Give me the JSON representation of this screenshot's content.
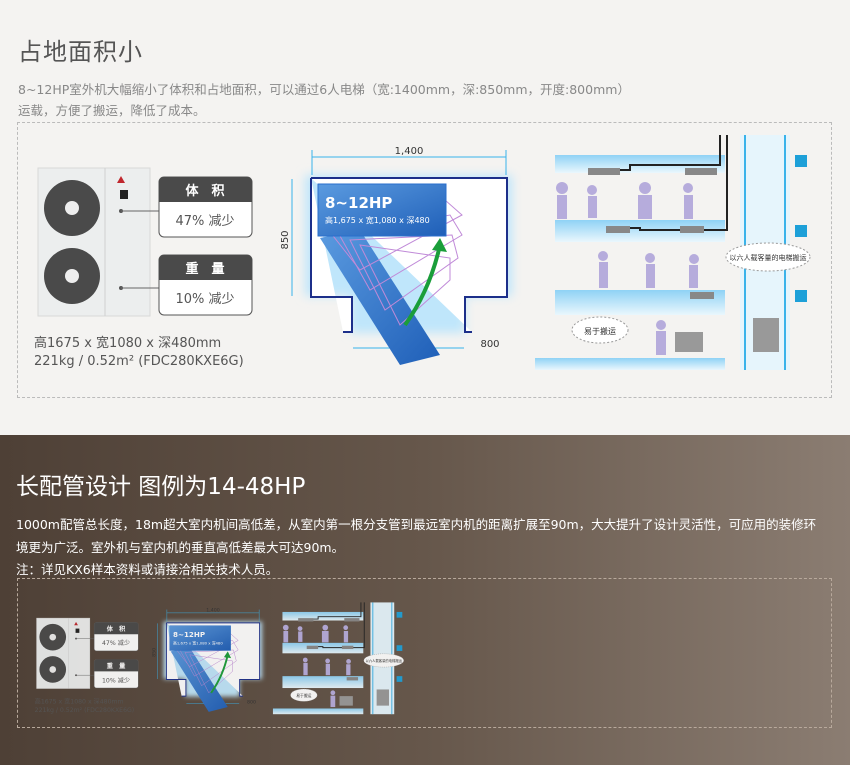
{
  "section1": {
    "title": "占地面积小",
    "desc_line1": "8~12HP室外机大幅缩小了体积和占地面积，可以通过6人电梯（宽:1400mm，深:850mm，开度:800mm）",
    "desc_line2": "运载，方便了搬运，降低了成本。",
    "volume_label": "体　积",
    "volume_value": "47% 减少",
    "weight_label": "重　量",
    "weight_value": "10% 减少",
    "dims": "高1675 x 宽1080 x 深480mm",
    "spec": "221kg / 0.52m² (FDC280KXE6G)",
    "plan_width": "1,400",
    "plan_depth": "850",
    "plan_door": "800",
    "unit_hp": "8~12HP",
    "unit_dims": "高1,675 x 宽1,080 x 深480",
    "elevator_note": "以六人载客量的电梯搬运",
    "easy_note": "易于搬运"
  },
  "section2": {
    "title": "长配管设计 图例为14-48HP",
    "desc_line1": "1000m配管总长度，18m超大室内机间高低差，从室内第一根分支管到最远室内机的距离扩展至90m，大大提升了设计灵活性，可应用的装修环",
    "desc_line2": "境更为广泛。室外机与室内机的垂直高低差最大可达90m。",
    "note": "注：详见KX6样本资料或请接洽相关技术人员。"
  }
}
